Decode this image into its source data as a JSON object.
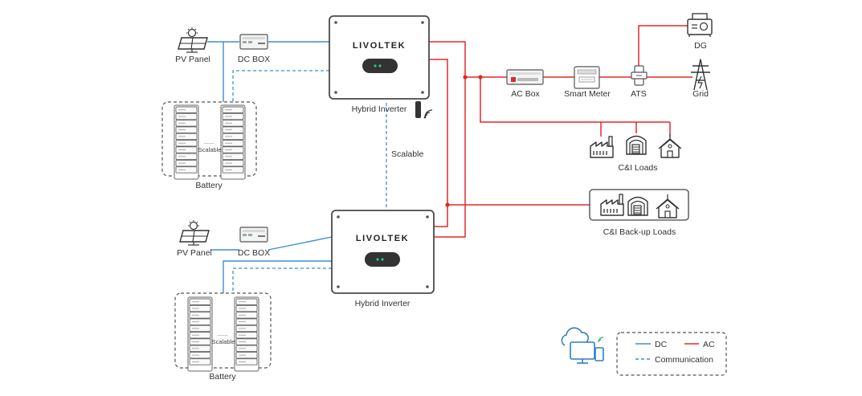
{
  "brand": "LIVOLTEK",
  "colors": {
    "dc": "#3a8fd4",
    "ac": "#e02a2a",
    "comm": "#3a8fd4",
    "frame": "#4a4a4a"
  },
  "top_system": {
    "pv_label": "PV Panel",
    "dcbox_label": "DC BOX",
    "inverter_label": "Hybrid Inverter",
    "battery_label": "Battery",
    "scalable_label": "Scalable"
  },
  "scalable_link_label": "Scalable",
  "bottom_system": {
    "pv_label": "PV Panel",
    "dcbox_label": "DC BOX",
    "inverter_label": "Hybrid Inverter",
    "battery_label": "Battery",
    "scalable_label": "Scalable"
  },
  "grid_side": {
    "ac_box_label": "AC Box",
    "smart_meter_label": "Smart Meter",
    "ats_label": "ATS",
    "dg_label": "DG",
    "grid_label": "Grid"
  },
  "loads": {
    "ci_loads_label": "C&I Loads",
    "ci_backup_loads_label": "C&I Back-up Loads"
  },
  "legend": {
    "dc_label": "DC",
    "ac_label": "AC",
    "comm_label": "Communication"
  },
  "icons": [
    "pv-panel-icon",
    "dc-box-icon",
    "inverter-icon",
    "battery-rack-icon",
    "wifi-icon",
    "ac-box-icon",
    "smart-meter-icon",
    "ats-icon",
    "generator-icon",
    "grid-tower-icon",
    "factory-icon",
    "warehouse-icon",
    "building-icon",
    "cloud-monitor-icon"
  ]
}
